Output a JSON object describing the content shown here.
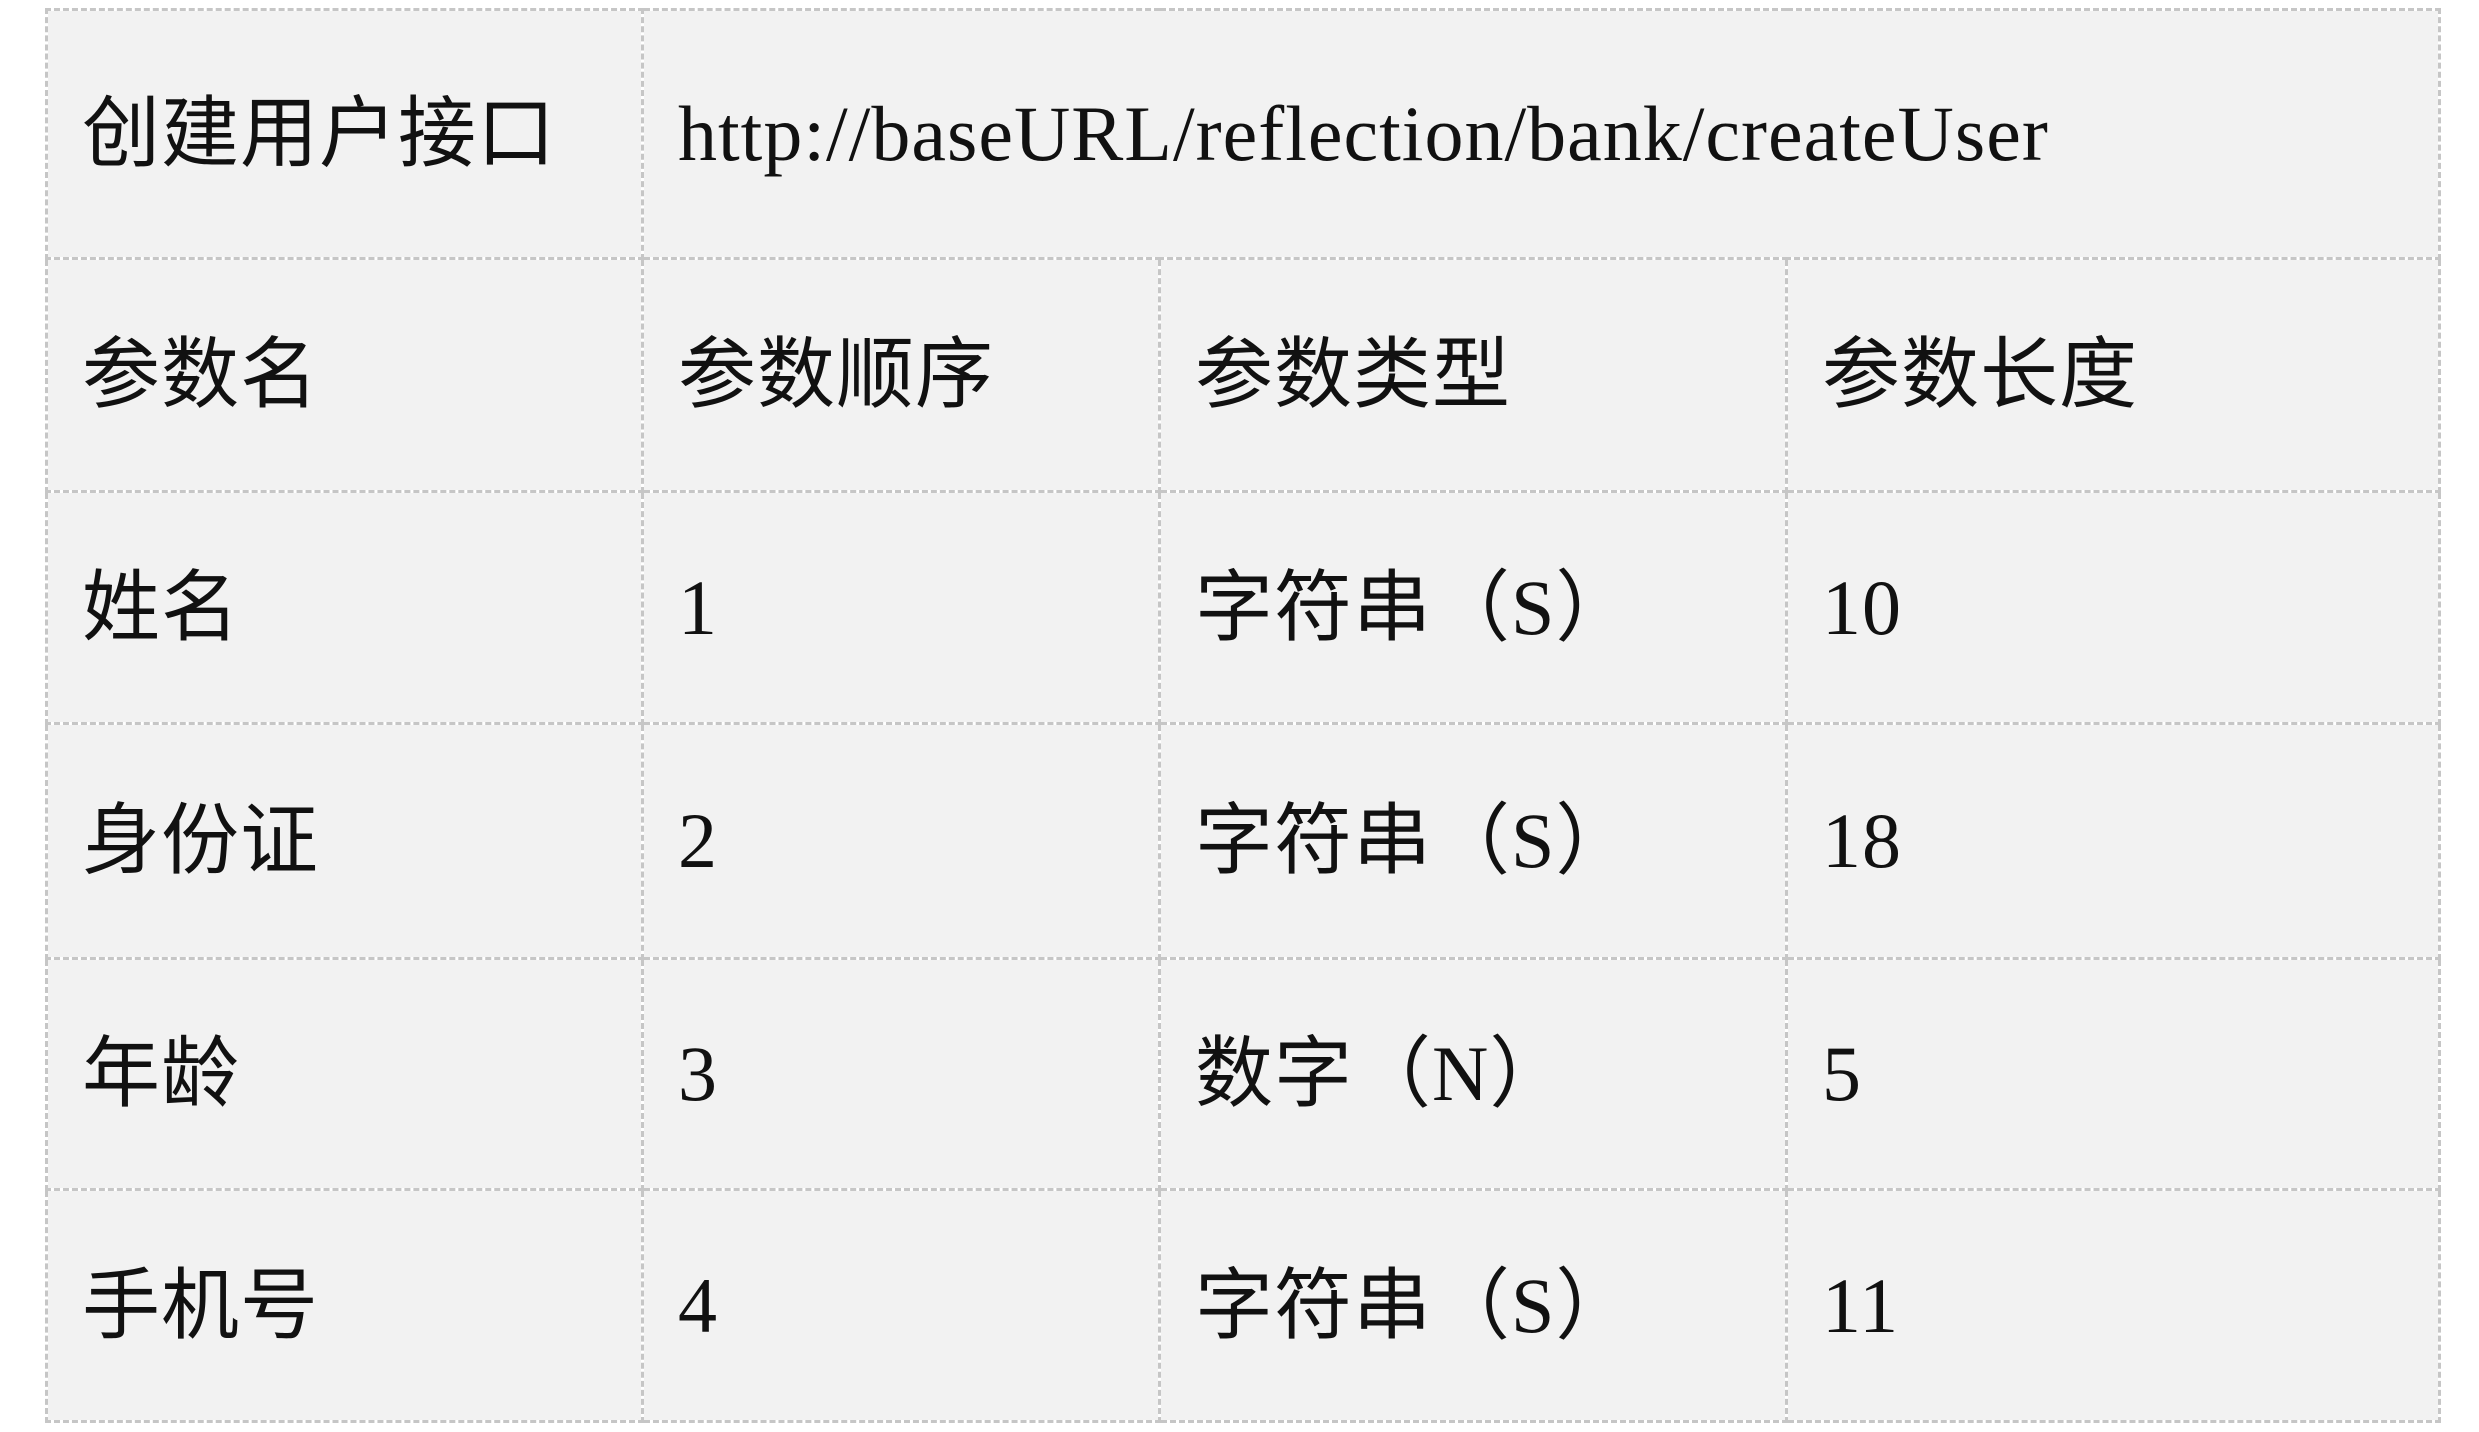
{
  "table": {
    "api_row": {
      "label": "创建用户接口",
      "url": "http://baseURL/reflection/bank/createUser"
    },
    "headers": [
      "参数名",
      "参数顺序",
      "参数类型",
      "参数长度"
    ],
    "rows": [
      {
        "cells": [
          "姓名",
          "1",
          "字符串（S）",
          "10"
        ]
      },
      {
        "cells": [
          "身份证",
          "2",
          "字符串（S）",
          "18"
        ]
      },
      {
        "cells": [
          "年龄",
          "3",
          "数字（N）",
          "5"
        ]
      },
      {
        "cells": [
          "手机号",
          "4",
          "字符串（S）",
          "11"
        ]
      }
    ],
    "colors": {
      "cell_background": "#f2f2f2",
      "border": "#c6c6c6",
      "text": "#111111",
      "page_background": "#ffffff"
    }
  }
}
